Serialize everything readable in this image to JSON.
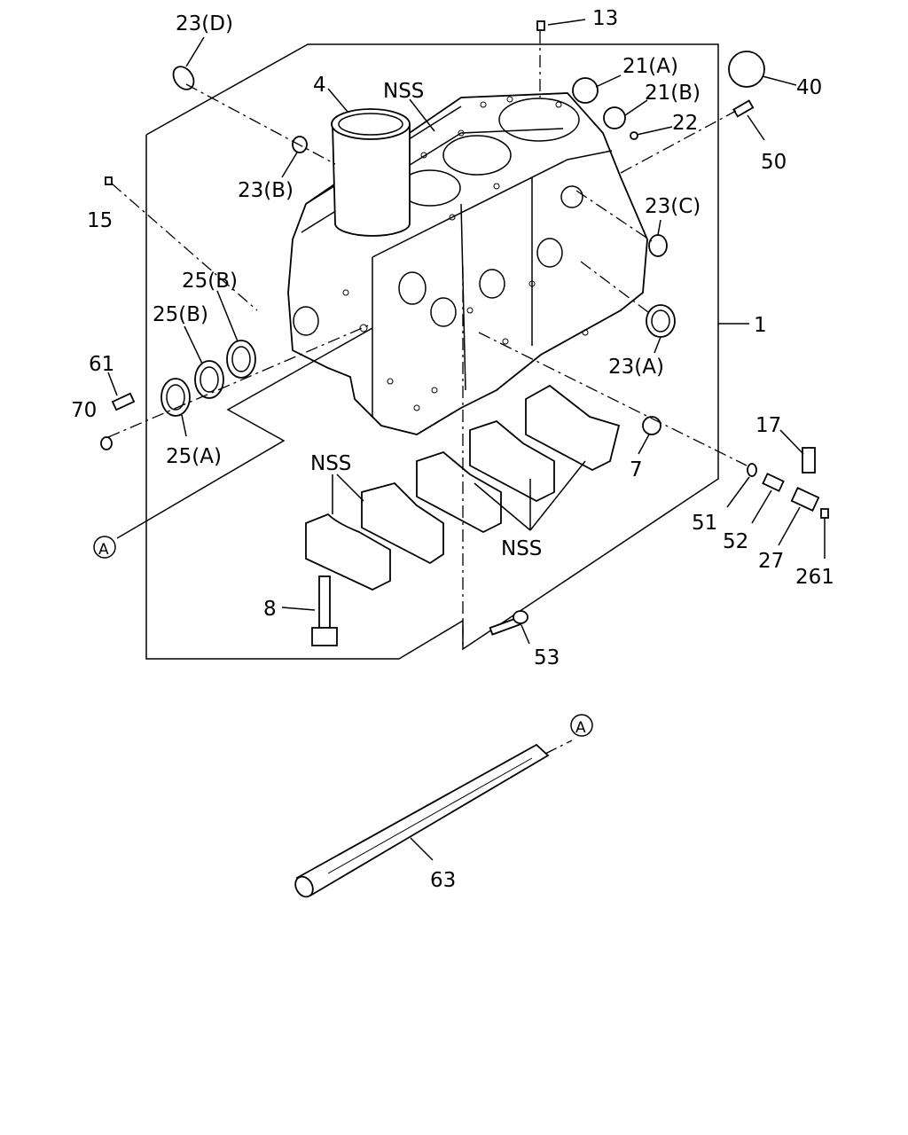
{
  "labels": {
    "l1": "1",
    "l4": "4",
    "l7": "7",
    "l8": "8",
    "l13": "13",
    "l15": "15",
    "l17": "17",
    "l21a": "21(A)",
    "l21b": "21(B)",
    "l22": "22",
    "l23a": "23(A)",
    "l23b": "23(B)",
    "l23c": "23(C)",
    "l23d": "23(D)",
    "l25a": "25(A)",
    "l25b1": "25(B)",
    "l25b2": "25(B)",
    "l27": "27",
    "l40": "40",
    "l50": "50",
    "l51": "51",
    "l52": "52",
    "l53": "53",
    "l61": "61",
    "l63": "63",
    "l70": "70",
    "l261": "261",
    "nss1": "NSS",
    "nss2": "NSS",
    "nss3": "NSS",
    "refA1": "A",
    "refA2": "A"
  }
}
